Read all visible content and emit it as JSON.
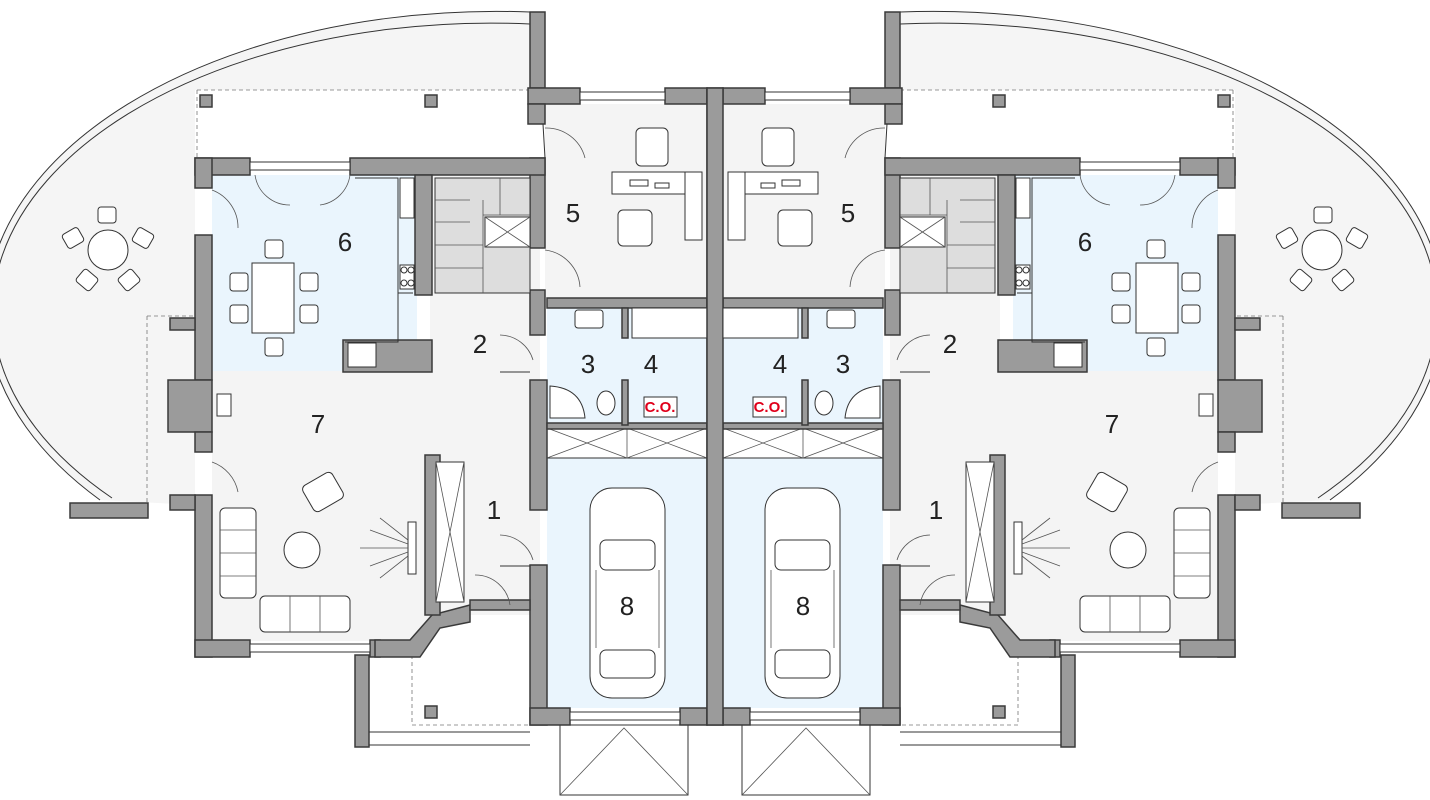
{
  "plan": {
    "left_unit": {
      "rooms": [
        {
          "number": "1"
        },
        {
          "number": "2"
        },
        {
          "number": "3"
        },
        {
          "number": "4"
        },
        {
          "number": "5"
        },
        {
          "number": "6"
        },
        {
          "number": "7"
        },
        {
          "number": "8"
        }
      ],
      "boiler_label": "C.O."
    },
    "right_unit": {
      "rooms": [
        {
          "number": "1"
        },
        {
          "number": "2"
        },
        {
          "number": "3"
        },
        {
          "number": "4"
        },
        {
          "number": "5"
        },
        {
          "number": "6"
        },
        {
          "number": "7"
        },
        {
          "number": "8"
        }
      ],
      "boiler_label": "C.O."
    },
    "colors": {
      "wall": "#9b9b9b",
      "wet_room_fill": "#eaf5fd",
      "dry_room_fill": "#f4f4f4",
      "boiler_label": "#e0001b"
    }
  }
}
